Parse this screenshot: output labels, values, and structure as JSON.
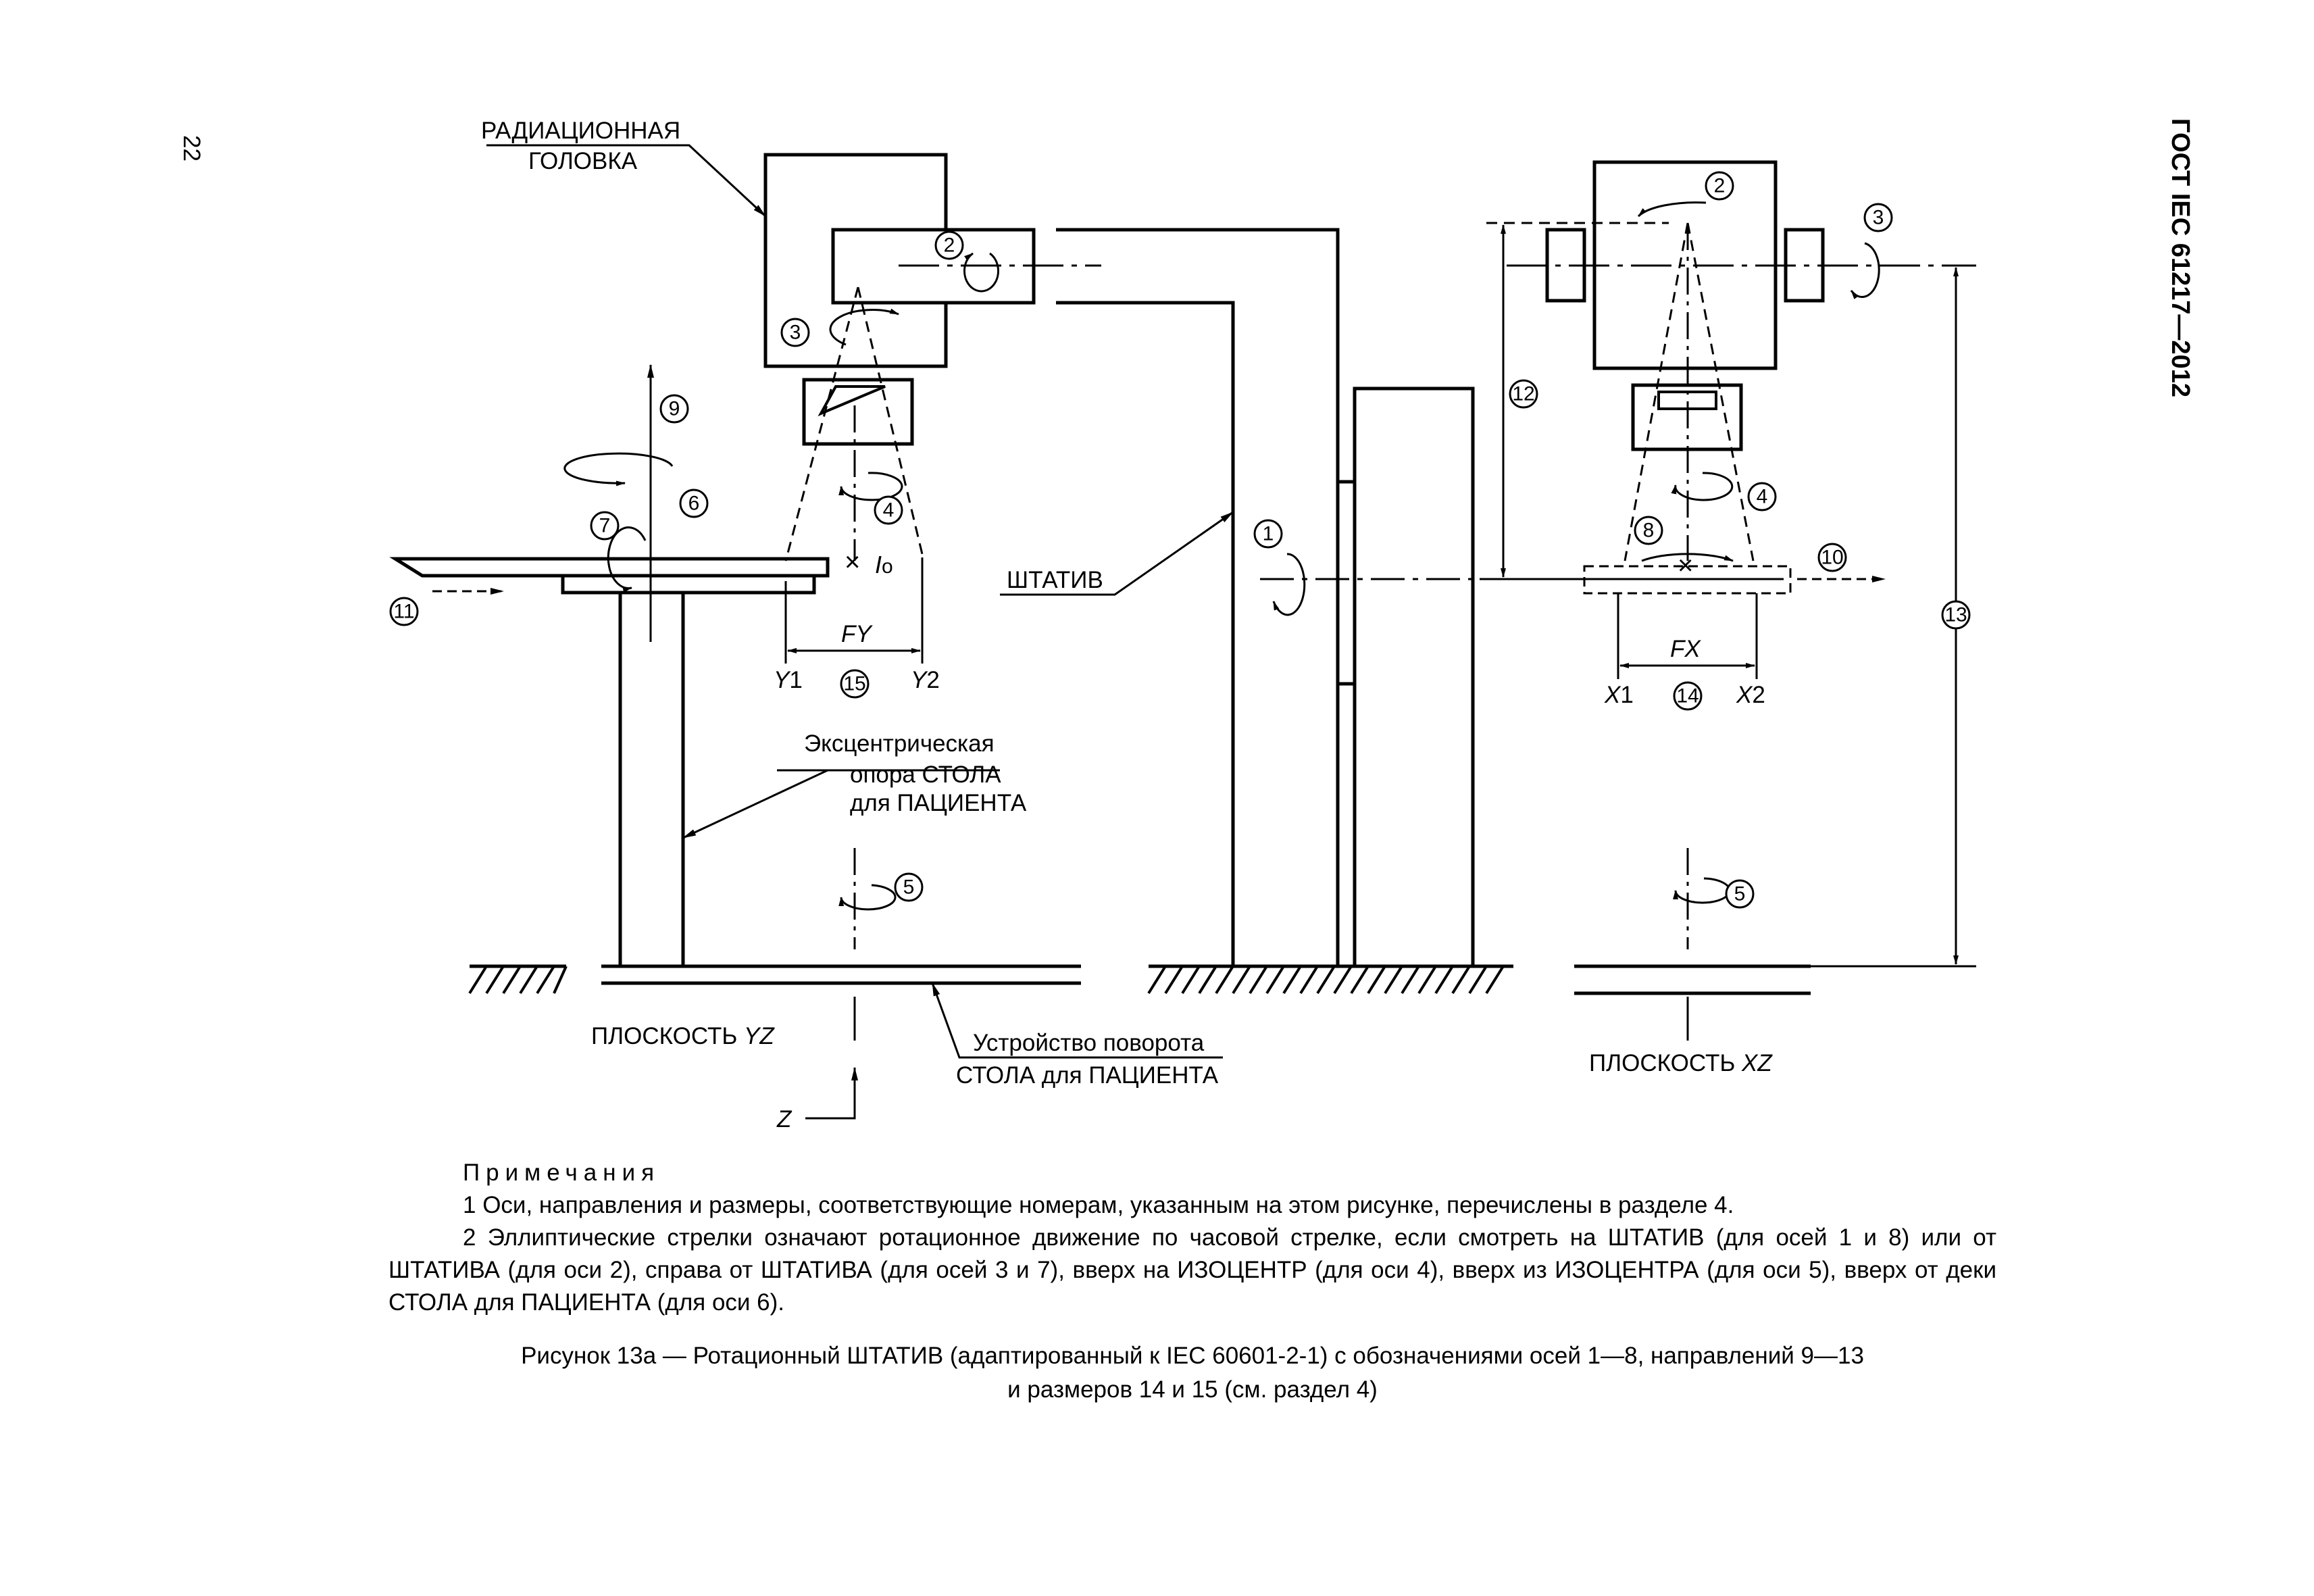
{
  "header": {
    "page_number": "22",
    "standard": "ГОСТ IEC 61217—2012"
  },
  "labels": {
    "radiation_head_1": "РАДИАЦИОННАЯ",
    "radiation_head_2": "ГОЛОВКА",
    "gantry": "ШТАТИВ",
    "eccentric_1": "Эксцентрическая",
    "eccentric_2": "опора СТОЛА",
    "eccentric_3": "для ПАЦИЕНТА",
    "rotation_device_1": "Устройство поворота",
    "rotation_device_2": "СТОЛА для ПАЦИЕНТА",
    "plane_yz": "ПЛОСКОСТЬ ",
    "plane_yz_axes": "YZ",
    "plane_xz": "ПЛОСКОСТЬ ",
    "plane_xz_axes": "XZ",
    "isocenter_symbol": "I",
    "isocenter_sub": "o",
    "fy": "FY",
    "fx": "FX",
    "y1_letter": "Y",
    "y1_index": "1",
    "y2_letter": "Y",
    "y2_index": "2",
    "x1_letter": "X",
    "x1_index": "1",
    "x2_letter": "X",
    "x2_index": "2",
    "z": "Z"
  },
  "callouts": {
    "n1": "1",
    "n2": "2",
    "n3": "3",
    "n4": "4",
    "n5": "5",
    "n6": "6",
    "n7": "7",
    "n8": "8",
    "n9": "9",
    "n10": "10",
    "n11": "11",
    "n12": "12",
    "n13": "13",
    "n14": "14",
    "n15": "15"
  },
  "notes": {
    "title": "Примечания",
    "note1": "1 Оси, направления и размеры, соответствующие номерам, указанным на этом рисунке, перечислены в разделе 4.",
    "note2": "2 Эллиптические стрелки означают ротационное движение по часовой стрелке, если смотреть на ШТАТИВ (для осей 1 и 8) или от ШТАТИВА (для оси 2), справа от ШТАТИВА (для осей 3 и 7), вверх на ИЗОЦЕНТР (для оси 4), вверх из ИЗОЦЕНТРА (для оси 5), вверх от деки СТОЛА для ПАЦИЕНТА (для оси 6)."
  },
  "caption": {
    "line1": "Рисунок 13а — Ротационный ШТАТИВ (адаптированный к IEC 60601-2-1) с обозначениями осей 1—8, направлений 9—13",
    "line2": "и размеров 14 и 15 (см. раздел 4)"
  }
}
